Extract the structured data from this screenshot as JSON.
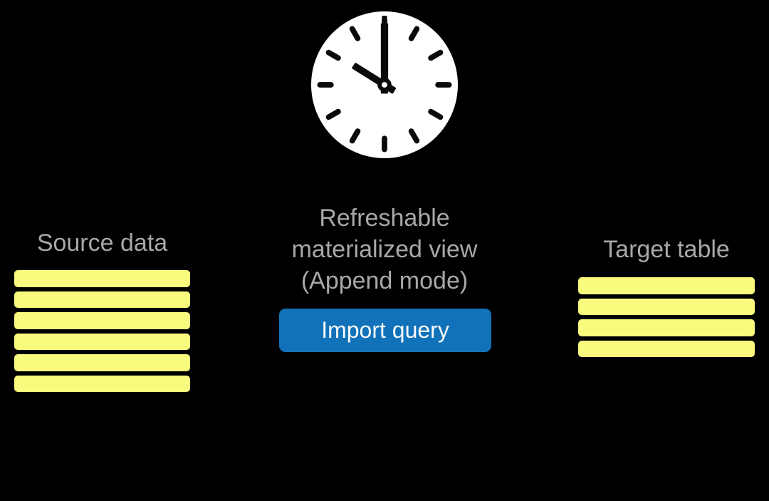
{
  "colors": {
    "background": "#000000",
    "bar_fill": "#fafa7e",
    "label_text": "#a6a8ab",
    "button_bg": "#1172ba",
    "button_text": "#f7f9fa",
    "clock_face": "#ffffff",
    "clock_marks": "#0a0a0c"
  },
  "clock": {
    "icon": "clock-icon",
    "time_shown": "10:00"
  },
  "source": {
    "label": "Source data",
    "rows": 6
  },
  "view": {
    "label_line1": "Refreshable",
    "label_line2": "materialized view",
    "label_line3": "(Append mode)",
    "button_label": "Import query"
  },
  "target": {
    "label": "Target table",
    "rows": 4
  }
}
